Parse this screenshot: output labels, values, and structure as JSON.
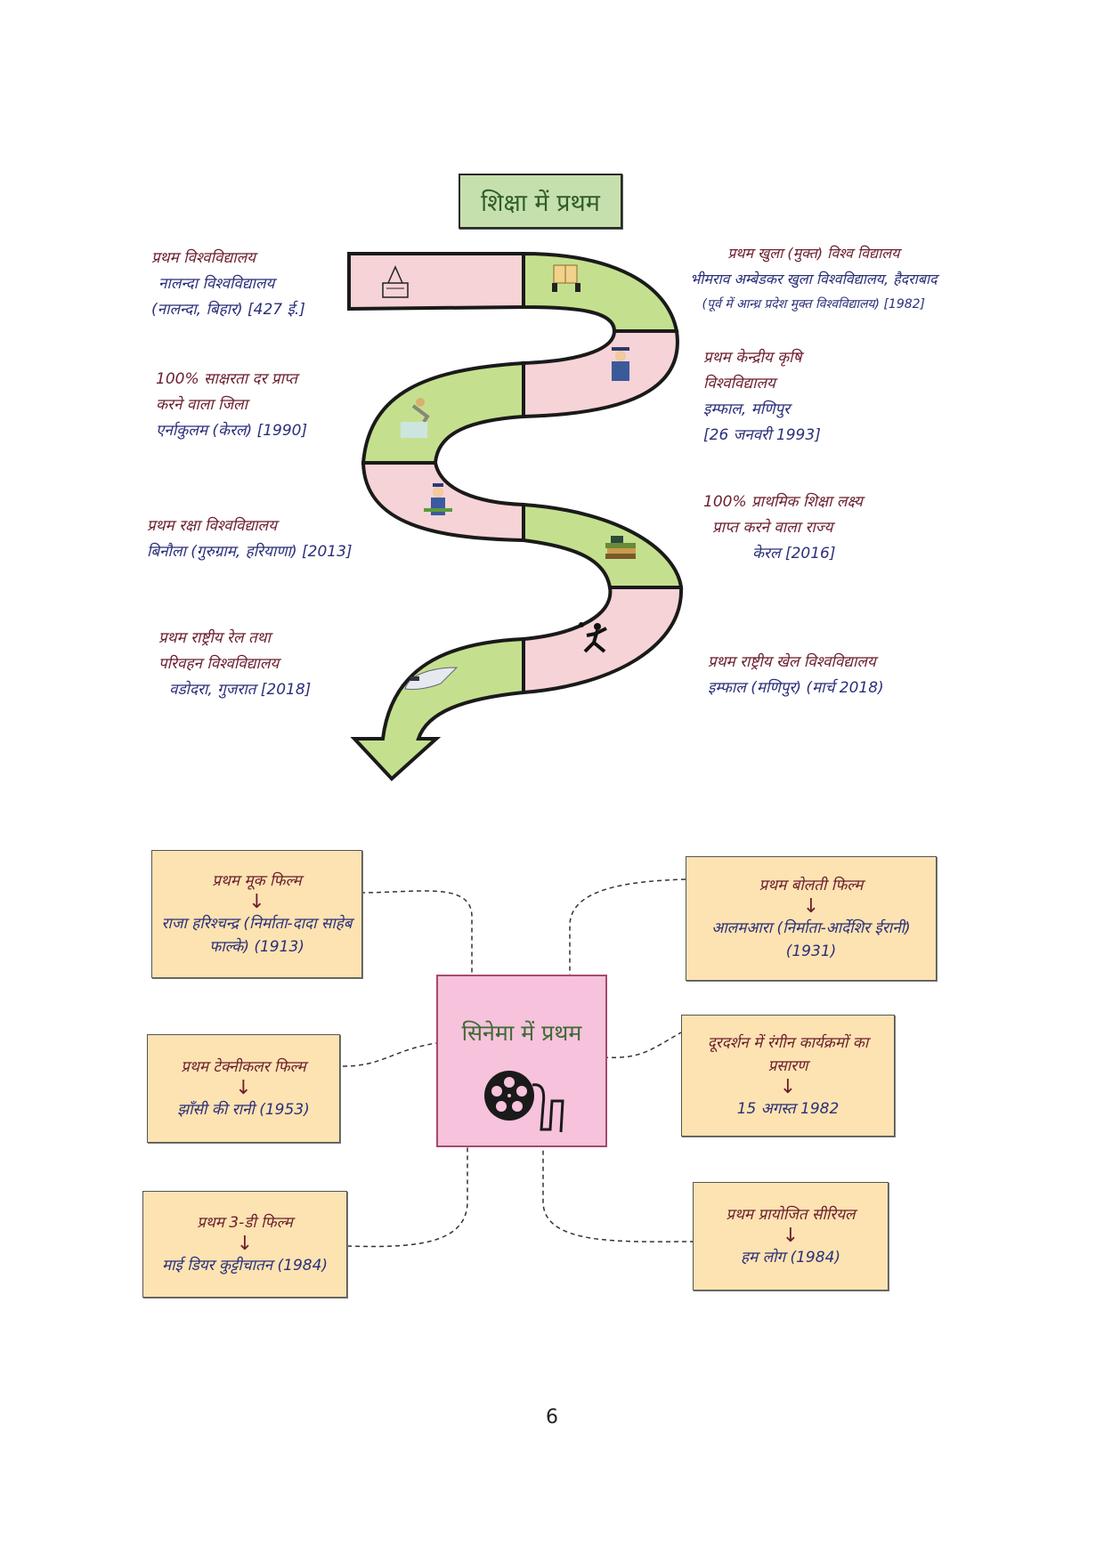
{
  "education": {
    "title": "शिक्षा में प्रथम",
    "left_notes": [
      {
        "lines": [
          "प्रथम विश्वविद्यालय",
          "नालन्दा विश्वविद्यालय",
          "(नालन्दा, बिहार) [427 ई.]"
        ],
        "icon": "temple-icon"
      },
      {
        "lines": [
          "100% साक्षरता दर प्राप्त",
          "करने वाला जिला",
          "एर्नाकुलम (केरल) [1990]"
        ],
        "icon": "farmer-icon"
      },
      {
        "lines": [
          "प्रथम रक्षा विश्वविद्यालय",
          "बिनौला (गुरुग्राम, हरियाणा) [2013]"
        ],
        "icon": "soldier-icon"
      },
      {
        "lines": [
          "प्रथम राष्ट्रीय रेल तथा",
          "परिवहन विश्वविद्यालय",
          "वडोदरा, गुजरात [2018]"
        ],
        "icon": "train-icon"
      }
    ],
    "right_notes": [
      {
        "lines": [
          "प्रथम खुला (मुक्त) विश्व विद्यालय",
          "भीमराव अम्बेडकर खुला विश्वविद्यालय, हैदराबाद",
          "(पूर्व में आन्ध्र प्रदेश मुक्त विश्वविद्यालय) [1982]"
        ],
        "icon": "open-book-icon"
      },
      {
        "lines": [
          "प्रथम केन्द्रीय कृषि",
          "विश्वविद्यालय",
          "इम्फाल, मणिपुर",
          "[26 जनवरी 1993]"
        ],
        "icon": "graduate-icon"
      },
      {
        "lines": [
          "100% प्राथमिक शिक्षा लक्ष्य",
          "प्राप्त करने वाला राज्य",
          "केरल [2016]"
        ],
        "icon": "books-icon"
      },
      {
        "lines": [
          "प्रथम राष्ट्रीय खेल विश्वविद्यालय",
          "इम्फाल (मणिपुर) (मार्च 2018)"
        ],
        "icon": "runner-icon"
      }
    ]
  },
  "cinema": {
    "title": "सिनेमा में प्रथम",
    "center_icon": "film-reel-icon",
    "boxes": [
      {
        "heading": "प्रथम मूक फिल्म",
        "arrow": "↓",
        "detail": "राजा हरिश्चन्द्र (निर्माता-दादा साहेब फाल्के) (1913)"
      },
      {
        "heading": "प्रथम बोलती फिल्म",
        "arrow": "↓",
        "detail": "आलमआरा (निर्माता-आर्देशिर ईरानी) (1931)"
      },
      {
        "heading": "प्रथम टेक्नीकलर फिल्म",
        "arrow": "↓",
        "detail": "झाँसी की रानी (1953)"
      },
      {
        "heading": "दूरदर्शन में रंगीन कार्यक्रमों का प्रसारण",
        "arrow": "↓",
        "detail": "15 अगस्त 1982"
      },
      {
        "heading": "प्रथम 3-डी फिल्म",
        "arrow": "↓",
        "detail": "माई डियर कुट्टीचातन (1984)"
      },
      {
        "heading": "प्रथम प्रायोजित सीरियल",
        "arrow": "↓",
        "detail": "हम लोग (1984)"
      }
    ]
  },
  "colors": {
    "pink_segment": "#f6d3d6",
    "green_segment": "#c4e08f",
    "box_fill": "#fde3b1",
    "center_fill": "#f6c2dc",
    "maroon_text": "#6b1e2e",
    "navy_text": "#2b2f7a"
  },
  "page_number": "6"
}
